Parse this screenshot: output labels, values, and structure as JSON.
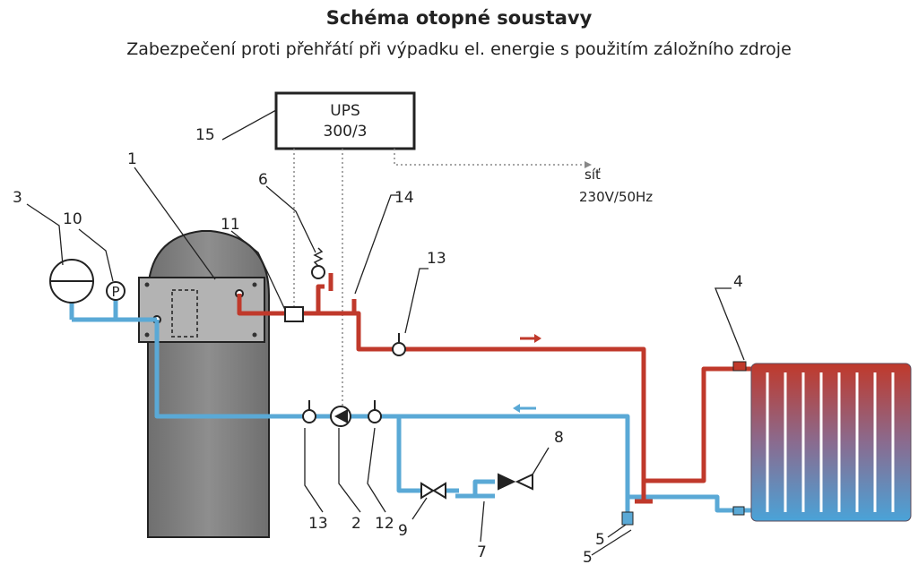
{
  "header": {
    "title": "Schéma otopné soustavy",
    "subtitle": "Zabezpečení proti přehřátí při výpadku el. energie s použitím záložního zdroje"
  },
  "ups": {
    "line1": "UPS",
    "line2": "300/3"
  },
  "mains": {
    "line1": "síť",
    "line2": "230V/50Hz"
  },
  "labels": {
    "n1": "1",
    "n2": "2",
    "n3": "3",
    "n4": "4",
    "n5a": "5",
    "n5b": "5",
    "n6": "6",
    "n7": "7",
    "n8": "8",
    "n9": "9",
    "n10": "10",
    "n11": "11",
    "n12": "12",
    "n13a": "13",
    "n13b": "13",
    "n14": "14",
    "n15": "15",
    "pressure_gauge": "P"
  },
  "colors": {
    "hot_pipe": "#c0392b",
    "cold_pipe": "#5aa9d6",
    "boiler_body": "#8a8a8a",
    "panel": "#b5b5b5"
  }
}
